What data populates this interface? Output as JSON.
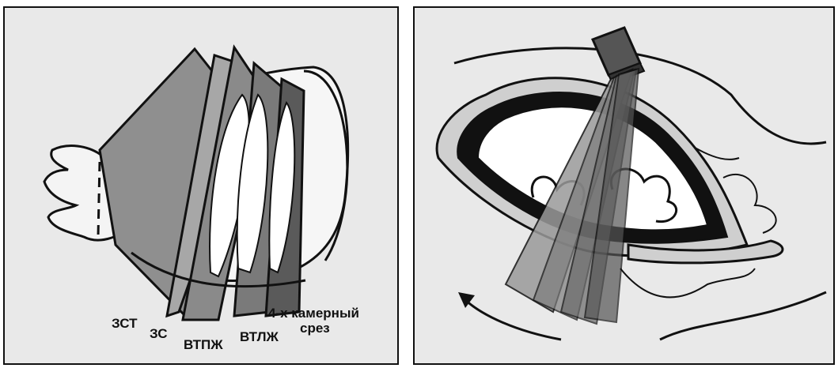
{
  "left_panel": {
    "labels": {
      "zst": "ЗСТ",
      "zs": "ЗС",
      "vtpzh": "ВТПЖ",
      "vtlzh": "ВТЛЖ",
      "four_chamber_line1": "4-х камерный",
      "four_chamber_line2": "срез"
    }
  },
  "right_panel": {}
}
